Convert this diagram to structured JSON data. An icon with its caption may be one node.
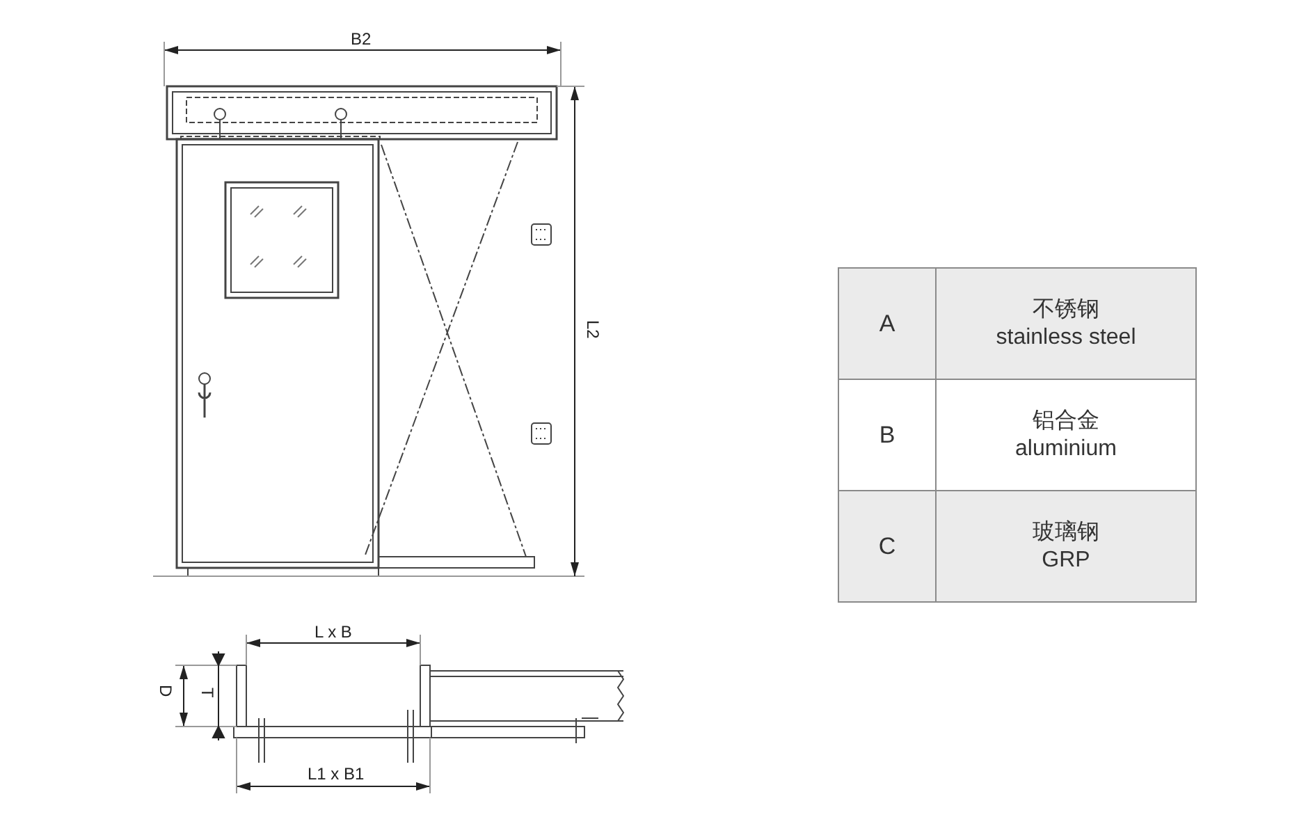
{
  "diagram": {
    "labels": [
      "B2",
      "L2",
      "L x B",
      "D",
      "T",
      "L1 x B1",
      "A",
      "不锈钢",
      "stainless steel",
      "B",
      "铝合金",
      "aluminium",
      "C",
      "玻璃钢",
      "GRP"
    ]
  }
}
